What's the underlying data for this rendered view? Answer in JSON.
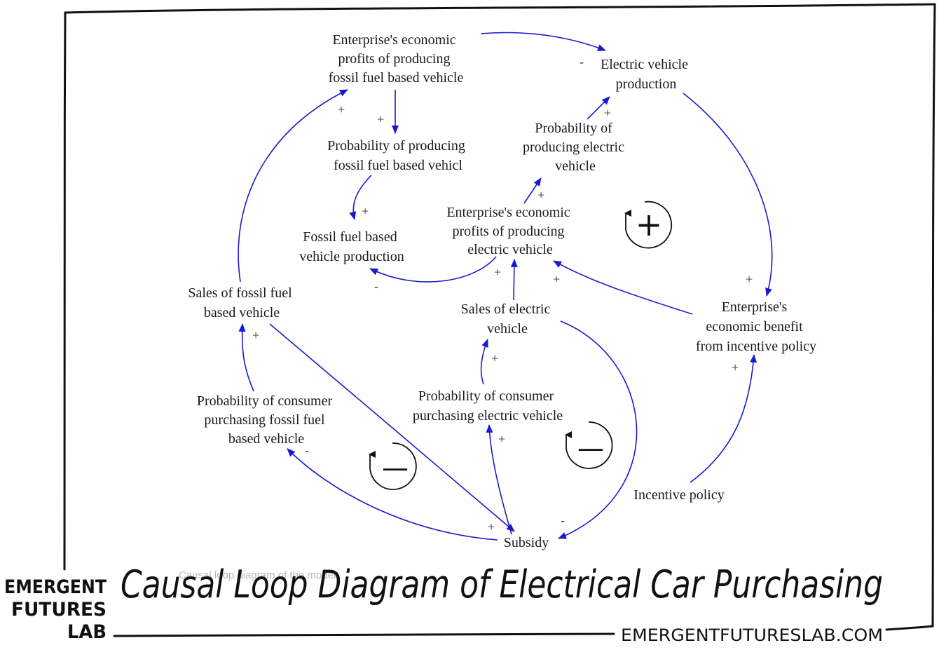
{
  "title": "Causal Loop Diagram of Electrical Car Purchasing",
  "caption_faded": "Causal loop diagram of the model",
  "brand": {
    "logo_lines": [
      "EMERGENT",
      "FUTURES",
      "LAB"
    ],
    "url": "EMERGENTFUTURESLAB.COM"
  },
  "colors": {
    "arrow": "#1a1acc",
    "frame": "#111111",
    "text": "#1a1a1a"
  },
  "nodes": {
    "ent_profit_fossil": [
      "Enterprise's economic",
      "profits of producing",
      "fossil fuel based vehicle"
    ],
    "ev_production": [
      "Electric vehicle",
      "production"
    ],
    "prob_prod_fossil": [
      "Probability of producing",
      "fossil fuel based vehicl"
    ],
    "prob_prod_ev": [
      "Probability of",
      "producing electric",
      "vehicle"
    ],
    "ent_profit_ev": [
      "Enterprise's economic",
      "profits of producing",
      "electric vehicle"
    ],
    "fossil_production": [
      "Fossil fuel based",
      "vehicle production"
    ],
    "sales_fossil": [
      "Sales of fossil fuel",
      "based vehicle"
    ],
    "sales_ev": [
      "Sales of electric",
      "vehicle"
    ],
    "ent_benefit": [
      "Enterprise's",
      "economic benefit",
      "from incentive policy"
    ],
    "prob_consumer_fossil": [
      "Probability of consumer",
      "purchasing fossil fuel",
      "based vehicle"
    ],
    "prob_consumer_ev": [
      "Probability of consumer",
      "purchasing electric vehicle"
    ],
    "incentive_policy": [
      "Incentive policy"
    ],
    "subsidy": [
      "Subsidy"
    ]
  },
  "polarities": {
    "p_profit_to_ev": "-",
    "p_salesfossil_to_profitfossil": "+",
    "p_profitfossil_to_prob": "+",
    "p_probev_to_ev": "+",
    "p_probfossil_to_prod": "+",
    "p_profitev_to_probev": "+",
    "p_profitev_to_fossilprod": "-",
    "p_salesev_to_profitev": "+",
    "p_benefit_to_profitev": "+",
    "p_ev_to_benefit": "+",
    "p_consumerfossil_to_sales": "+",
    "p_consumerev_to_sales": "+",
    "p_incentive_to_benefit": "+",
    "p_subsidy_to_consumerev": "+",
    "p_subsidy_to_consumerfossil": "-",
    "p_salesfossil_to_subsidy": "+",
    "p_salesev_to_subsidy": "-"
  },
  "loops": {
    "reinforcing": "+",
    "balancing_left": "—",
    "balancing_right": "—"
  }
}
